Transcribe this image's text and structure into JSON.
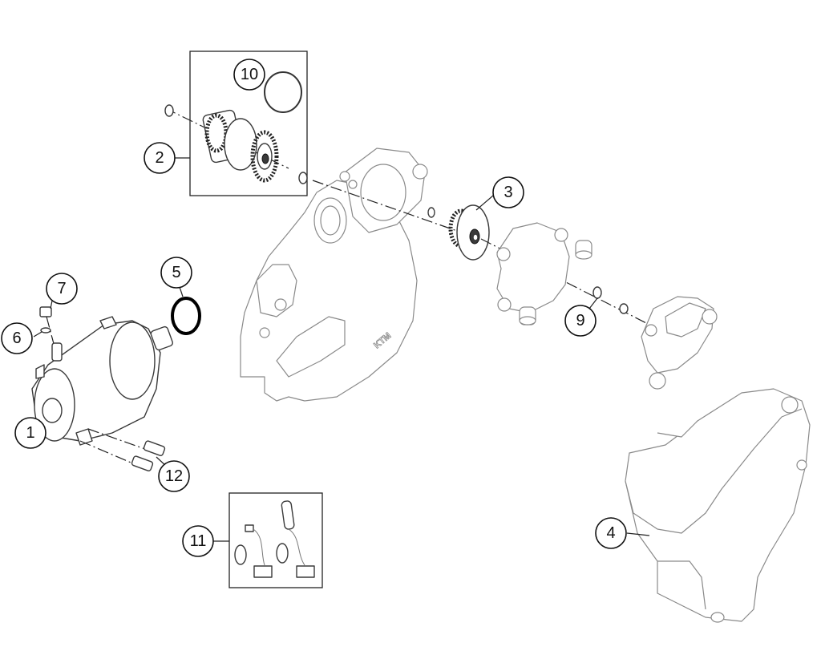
{
  "callouts": {
    "c1": "1",
    "c2": "2",
    "c3": "3",
    "c4": "4",
    "c5": "5",
    "c6": "6",
    "c7": "7",
    "c9": "9",
    "c10": "10",
    "c11": "11",
    "c12": "12"
  },
  "cover_logo": "KTM"
}
